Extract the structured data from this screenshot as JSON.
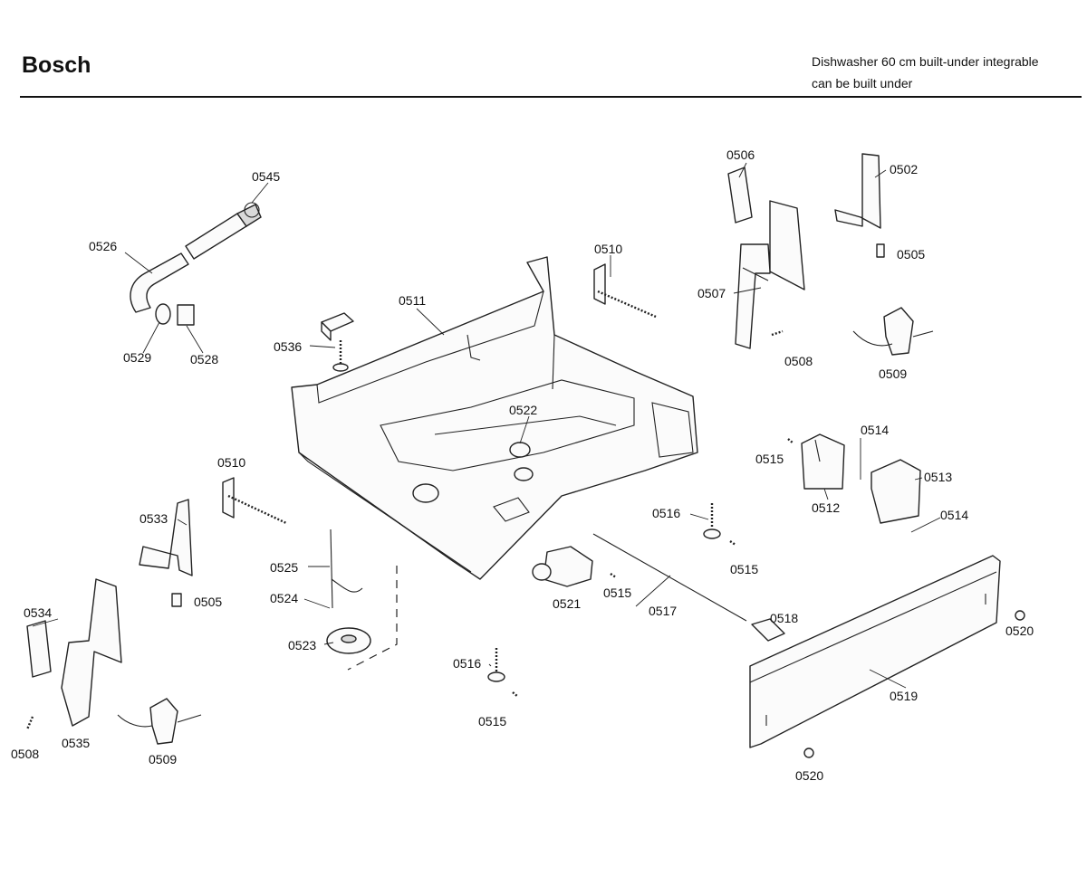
{
  "header": {
    "brand": "Bosch",
    "product_line1": "Dishwasher 60 cm built-under integrable",
    "product_line2": "can be built under"
  },
  "parts": [
    "0545",
    "0526",
    "0529",
    "0528",
    "0536",
    "0511",
    "0510",
    "0510",
    "0506",
    "0502",
    "0505",
    "0507",
    "0508",
    "0509",
    "0522",
    "0514",
    "0515",
    "0513",
    "0512",
    "0516",
    "0514",
    "0515",
    "0533",
    "0505",
    "0525",
    "0524",
    "0523",
    "0521",
    "0515",
    "0517",
    "0518",
    "0534",
    "0520",
    "0516",
    "0535",
    "0508",
    "0509",
    "0515",
    "0519",
    "0520"
  ]
}
